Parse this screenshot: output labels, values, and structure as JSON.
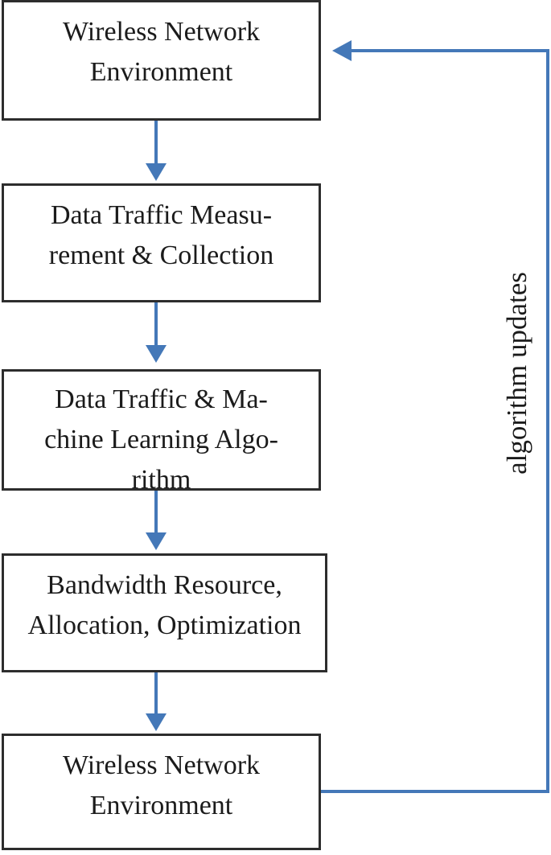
{
  "flowchart": {
    "title": "machine-learning wireless bandwidth allocation feedback loop",
    "nodes": [
      {
        "id": "wireless-network-environment-top",
        "label": "Wireless Network\nEnvironment"
      },
      {
        "id": "data-traffic-measurement-collection",
        "label": "Data Traffic Measu-\nrement & Collection"
      },
      {
        "id": "data-traffic-machine-learning-algorithm",
        "label": "Data Traffic & Ma-\nchine Learning Algo-\nrithm"
      },
      {
        "id": "bandwidth-resource-allocation-optimization",
        "label": "Bandwidth Resource,\nAllocation, Optimization"
      },
      {
        "id": "wireless-network-environment-bottom",
        "label": "Wireless Network\nEnvironment"
      }
    ],
    "connections": [
      {
        "from": 0,
        "to": 1,
        "type": "arrow-down"
      },
      {
        "from": 1,
        "to": 2,
        "type": "arrow-down"
      },
      {
        "from": 2,
        "to": 3,
        "type": "arrow-down"
      },
      {
        "from": 3,
        "to": 4,
        "type": "arrow-down"
      },
      {
        "from": 4,
        "to": 0,
        "type": "feedback-loop-right",
        "label": "algorithm updates"
      }
    ],
    "feedback_label": "algorithm updates",
    "colors": {
      "arrow": "#4478b8",
      "box_border": "#2d2d2d",
      "text": "#1b1b1b",
      "background": "#ffffff"
    }
  }
}
